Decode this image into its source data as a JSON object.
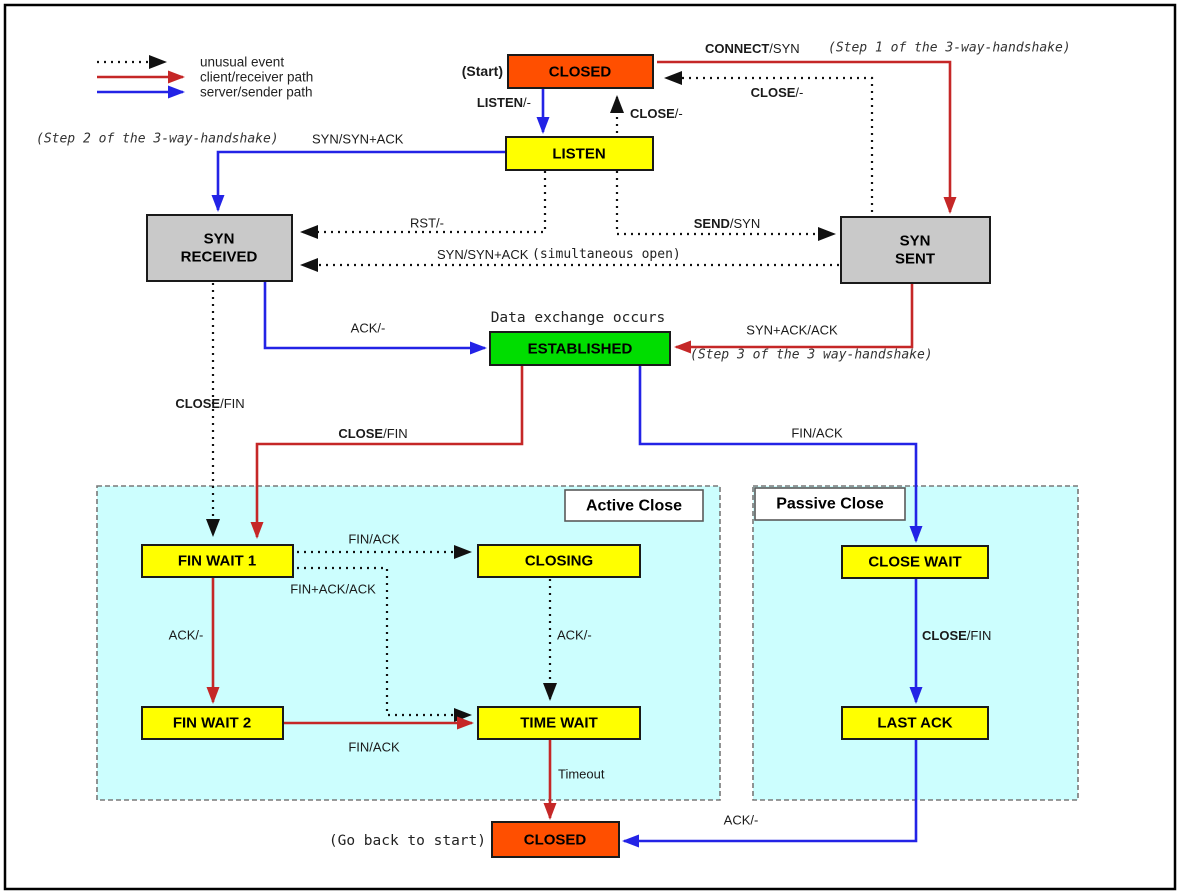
{
  "legend": {
    "unusual": "unusual event",
    "client": "client/receiver path",
    "server": "server/sender path"
  },
  "sections": {
    "active": "Active Close",
    "passive": "Passive Close"
  },
  "states": {
    "closed_top": "CLOSED",
    "listen": "LISTEN",
    "syn_received_line1": "SYN",
    "syn_received_line2": "RECEIVED",
    "syn_sent_line1": "SYN",
    "syn_sent_line2": "SENT",
    "established": "ESTABLISHED",
    "fin_wait_1": "FIN WAIT 1",
    "closing": "CLOSING",
    "close_wait": "CLOSE WAIT",
    "fin_wait_2": "FIN WAIT 2",
    "time_wait": "TIME WAIT",
    "last_ack": "LAST ACK",
    "closed_bottom": "CLOSED"
  },
  "notes": {
    "start": "(Start)",
    "step1": "(Step 1 of the 3-way-handshake)",
    "step2": "(Step 2 of the 3-way-handshake)",
    "step3": "(Step 3 of the 3 way-handshake)",
    "data_exchange": "Data exchange occurs",
    "go_back": "(Go back to start)"
  },
  "transitions": {
    "connect_cmd": "CONNECT",
    "connect_rest": "/SYN",
    "close_top_cmd": "CLOSE",
    "close_top_rest": "/-",
    "listen_cmd": "LISTEN",
    "listen_rest": "/-",
    "close_inner_cmd": "CLOSE",
    "close_inner_rest": "/-",
    "step2_event": "SYN/SYN+ACK",
    "rst": "RST/-",
    "send_cmd": "SEND",
    "send_rest": "/SYN",
    "simul_event": "SYN/SYN+ACK ",
    "simul_note": "(simultaneous open)",
    "ack_estab": "ACK/-",
    "syn_ack_ack": "SYN+ACK/ACK",
    "close_fin_left_cmd": "CLOSE",
    "close_fin_left_rest": "/FIN",
    "close_fin_mid_cmd": "CLOSE",
    "close_fin_mid_rest": "/FIN",
    "fin_ack_estab": "FIN/ACK",
    "fin_ack_closing": "FIN/ACK",
    "fin_ack_ack": "FIN+ACK/ACK",
    "ack_fw1": "ACK/-",
    "ack_closing": "ACK/-",
    "fin_ack_tw": "FIN/ACK",
    "timeout": "Timeout",
    "close_fin_passive_cmd": "CLOSE",
    "close_fin_passive_rest": "/FIN",
    "ack_last": "ACK/-"
  },
  "colors": {
    "state_orange": "#FF4F00",
    "state_yellow": "#FFFF00",
    "state_gray": "#C9C9C9",
    "state_green": "#00DD00",
    "panel_cyan": "#CCFEFE",
    "path_red": "#C52727",
    "path_blue": "#2323E6",
    "line_black": "#111111"
  }
}
